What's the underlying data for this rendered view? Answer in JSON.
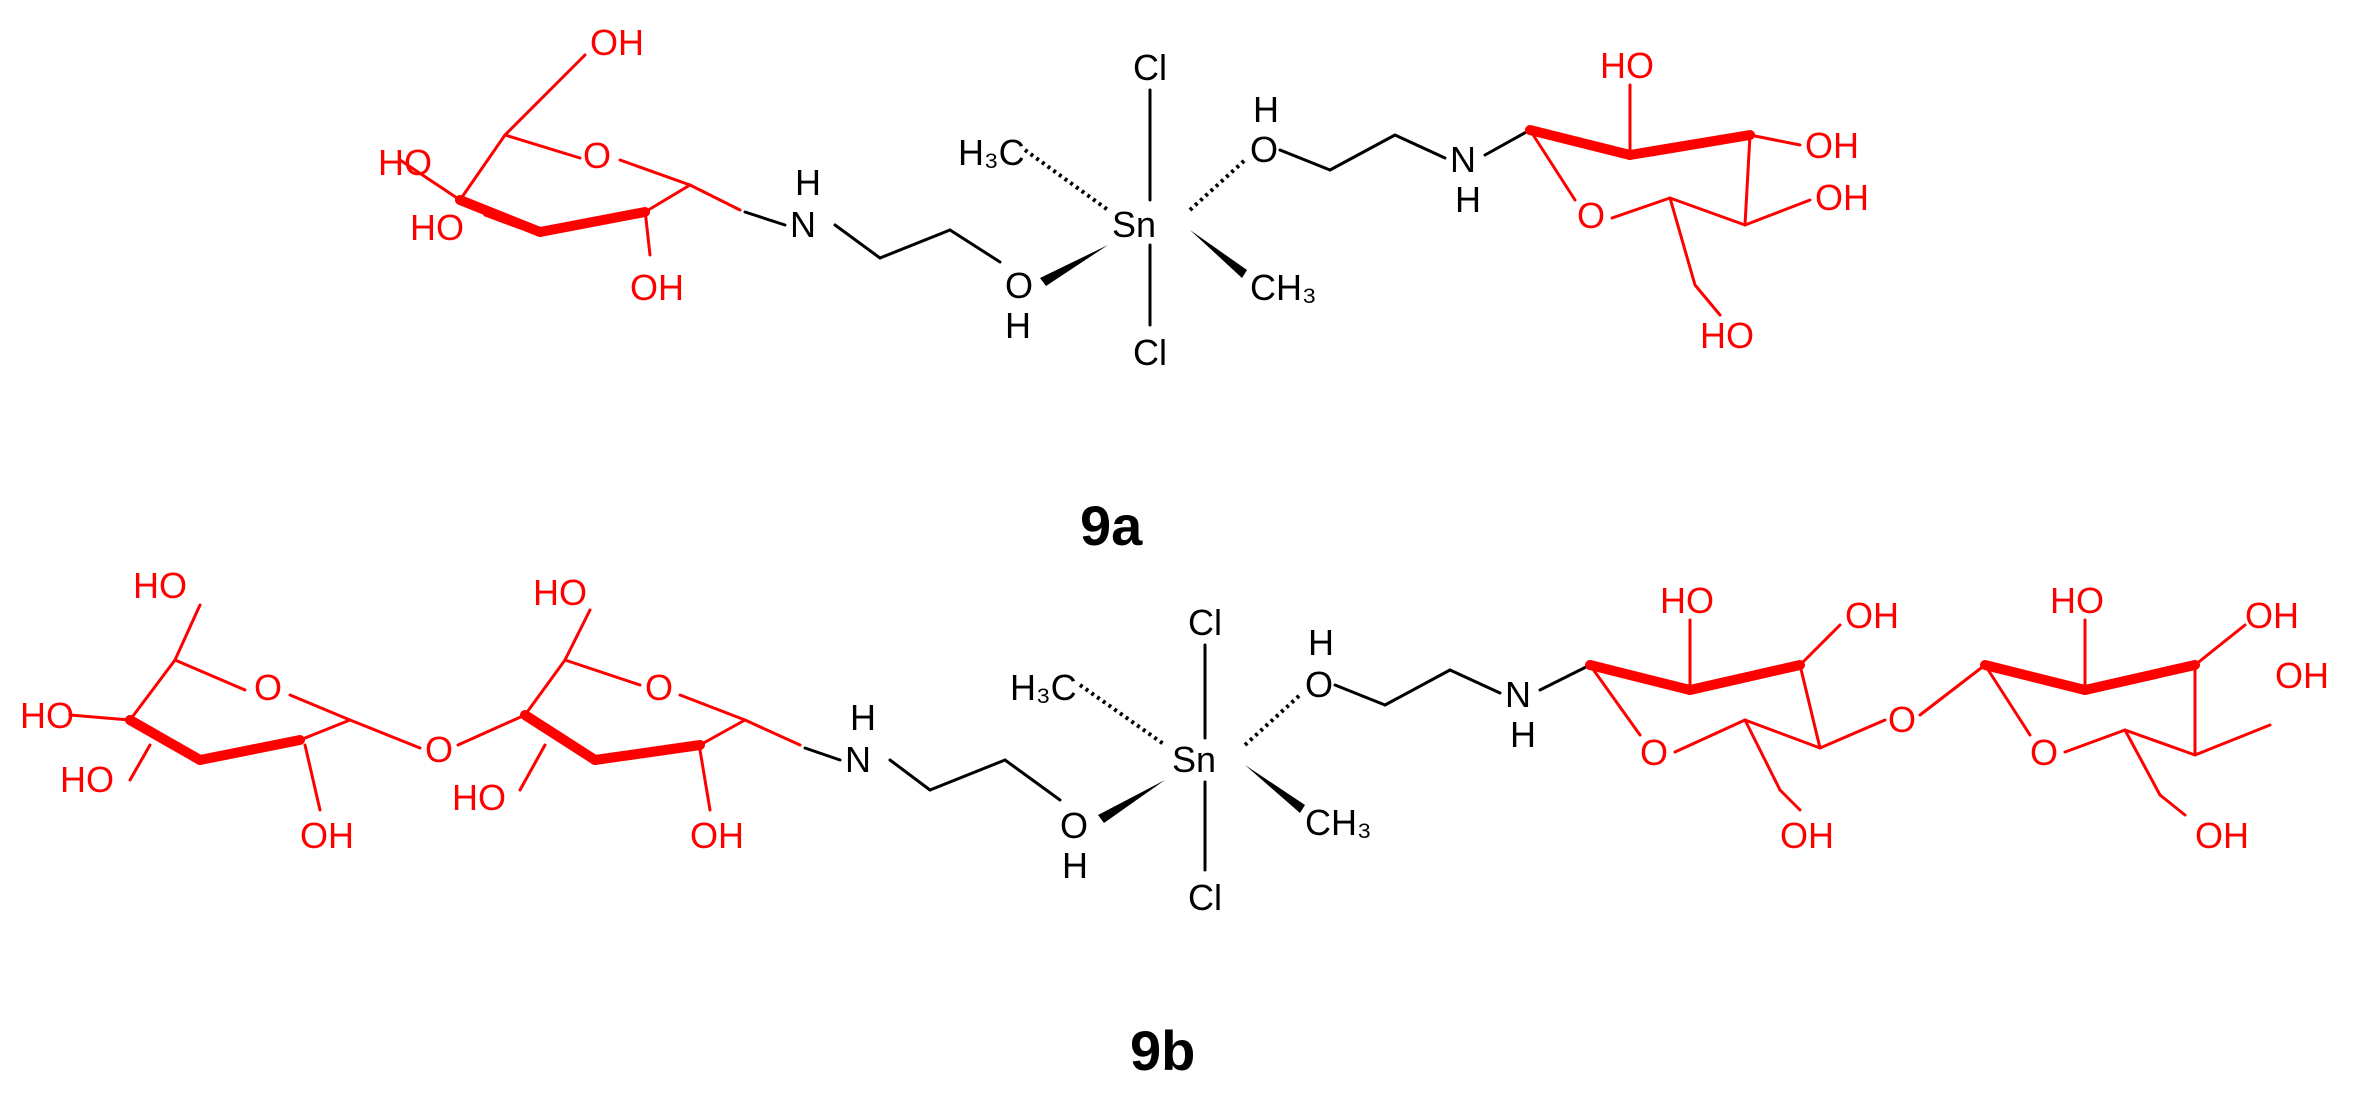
{
  "compounds": [
    {
      "label": "9a",
      "atoms": {
        "sn": "Sn",
        "cl_top": "Cl",
        "cl_bottom": "Cl",
        "me_left": "H₃C",
        "me_right": "CH₃",
        "o_right": "O",
        "h_o_right": "H",
        "o_left": "O",
        "h_o_left": "H",
        "n_left": "N",
        "h_n_left": "H",
        "n_right": "N",
        "h_n_right": "H",
        "sugar_left": {
          "oh_top": "OH",
          "oh1": "HO",
          "oh2": "HO",
          "oh3": "OH",
          "ring_o": "O"
        },
        "sugar_right": {
          "oh_top": "HO",
          "oh1": "OH",
          "oh2": "OH",
          "oh3": "HO",
          "ring_o": "O"
        }
      }
    },
    {
      "label": "9b",
      "atoms": {
        "sn": "Sn",
        "cl_top": "Cl",
        "cl_bottom": "Cl",
        "me_left": "H₃C",
        "me_right": "CH₃",
        "o_right": "O",
        "h_o_right": "H",
        "o_left": "O",
        "h_o_left": "H",
        "n_left": "N",
        "h_n_left": "H",
        "n_right": "N",
        "h_n_right": "H",
        "glyco_left": "O",
        "glyco_right": "O",
        "sugar_ll": {
          "oh_top": "HO",
          "oh1": "HO",
          "oh2": "HO",
          "oh3": "OH",
          "ring_o": "O"
        },
        "sugar_lr": {
          "oh_top": "HO",
          "oh2": "HO",
          "oh3": "OH",
          "ring_o": "O"
        },
        "sugar_rl": {
          "oh_top": "HO",
          "oh1": "OH",
          "oh3": "OH",
          "ring_o": "O"
        },
        "sugar_rr": {
          "oh_top": "HO",
          "oh1": "OH",
          "oh2": "OH",
          "oh3": "OH",
          "ring_o": "O"
        }
      }
    }
  ],
  "colors": {
    "core": "#000000",
    "sugar": "#ff0000"
  }
}
